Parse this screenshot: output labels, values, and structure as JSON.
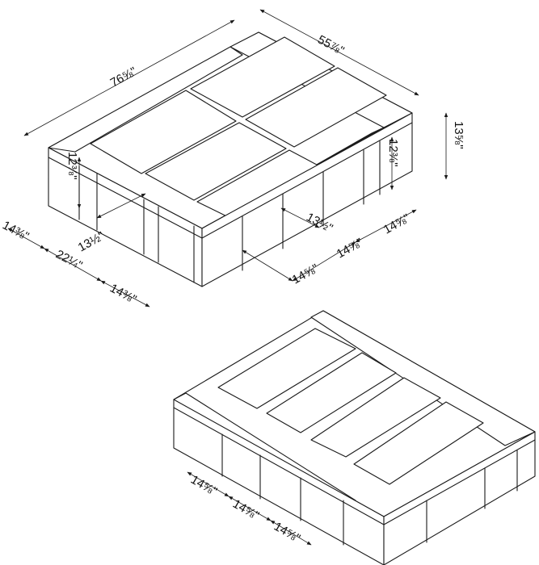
{
  "top_view": {
    "dimensions": {
      "length": "76⅝\"",
      "width": "55⅞\"",
      "total_height": "13⅝\"",
      "cubby_height_left": "12⅜\"",
      "cubby_height_right": "12⅜\"",
      "cubby_depth_left": "13½\"",
      "cubby_depth_right": "13½\"",
      "front_cubby_1": "14⅜\"",
      "front_cubby_center": "22¼\"",
      "front_cubby_3": "14⅜\"",
      "side_cubby_1": "14⅝\"",
      "side_cubby_2": "14⅝\"",
      "side_cubby_3": "14⅝\""
    }
  },
  "bottom_view": {
    "dimensions": {
      "cubby_1": "14⅝\"",
      "cubby_2": "14⅝\"",
      "cubby_3": "14⅝\""
    }
  }
}
